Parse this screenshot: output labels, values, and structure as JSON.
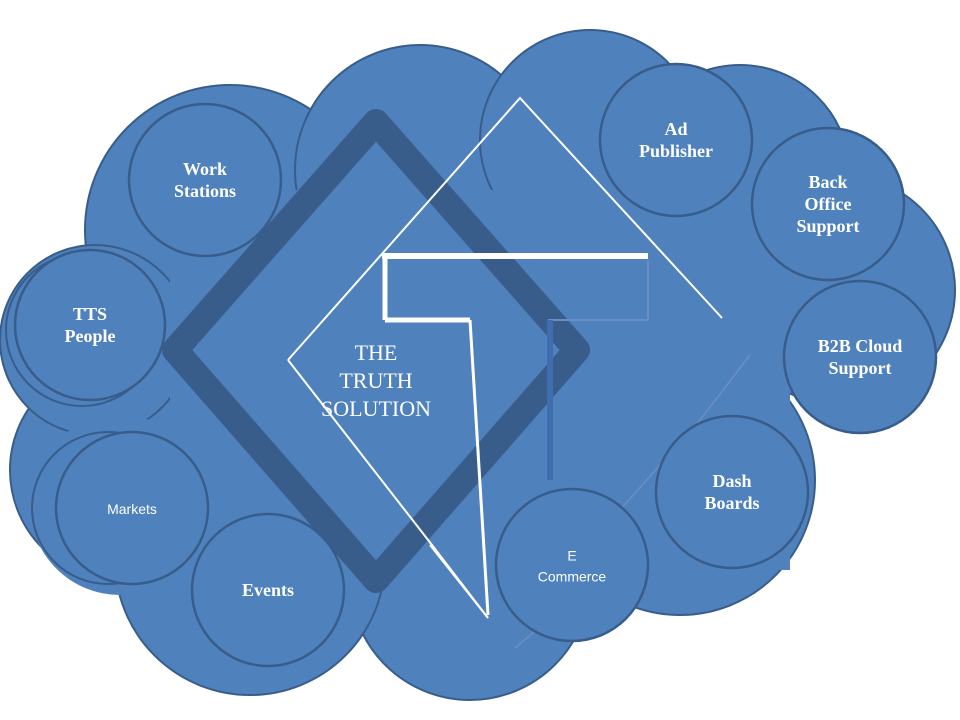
{
  "colors": {
    "cloud_fill": "#4f81bd",
    "cloud_stroke": "#385d8a",
    "diamond": "#385d8a",
    "line": "#ffffff"
  },
  "center": {
    "title_lines": [
      "THE",
      "TRUTH",
      "SOLUTION"
    ]
  },
  "nodes": [
    {
      "id": "work-stations",
      "lines": [
        "Work",
        "Stations"
      ],
      "style": "serif"
    },
    {
      "id": "tts-people",
      "lines": [
        "TTS",
        "People"
      ],
      "style": "serif"
    },
    {
      "id": "markets",
      "lines": [
        "Markets"
      ],
      "style": "sans"
    },
    {
      "id": "events",
      "lines": [
        "Events"
      ],
      "style": "serif"
    },
    {
      "id": "e-commerce",
      "lines": [
        "E",
        "Commerce"
      ],
      "style": "sans"
    },
    {
      "id": "dash-boards",
      "lines": [
        "Dash",
        "Boards"
      ],
      "style": "serif"
    },
    {
      "id": "b2b-cloud-support",
      "lines": [
        "B2B Cloud",
        "Support"
      ],
      "style": "serif"
    },
    {
      "id": "back-office-support",
      "lines": [
        "Back",
        "Office",
        "Support"
      ],
      "style": "serif"
    },
    {
      "id": "ad-publisher",
      "lines": [
        "Ad",
        "Publisher"
      ],
      "style": "serif"
    }
  ]
}
